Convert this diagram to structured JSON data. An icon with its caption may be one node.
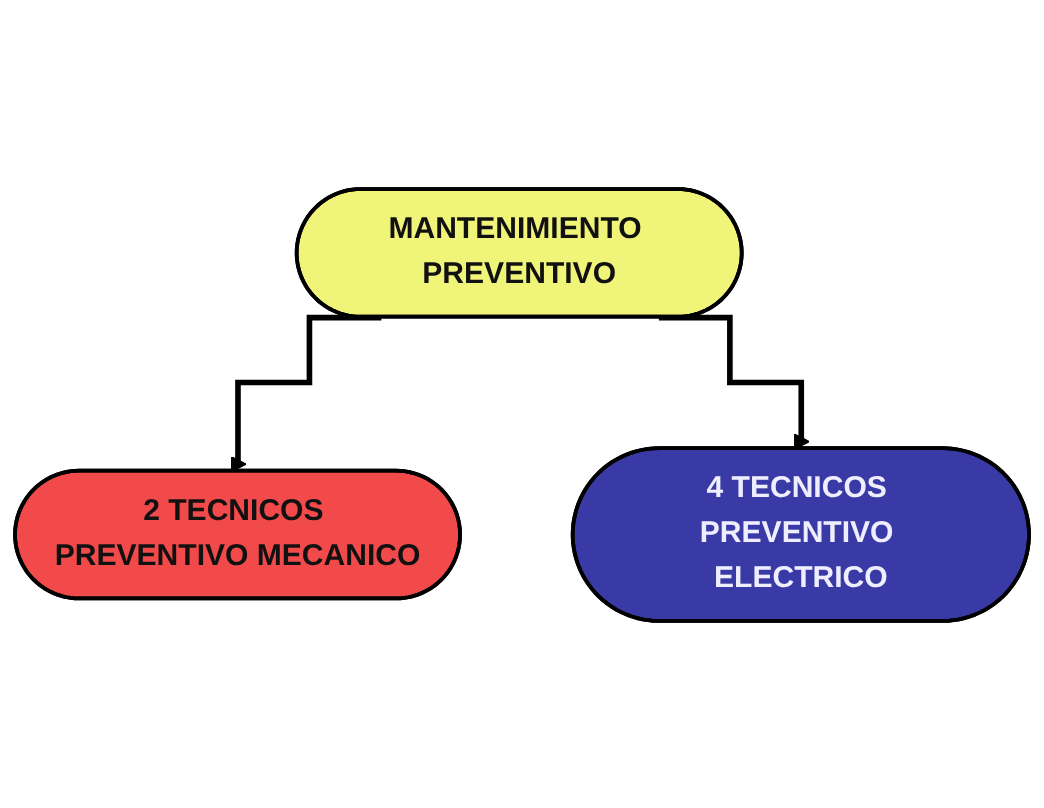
{
  "diagram": {
    "nodes": [
      {
        "text": [
          "MANTENIMIENTO PREVENTIVO"
        ]
      },
      {
        "text": [
          "2 TECNICOS PREVENTIVO MECANICO"
        ]
      },
      {
        "text": [
          "4 TECNICOS PREVENTIVO ELECTRICO"
        ]
      }
    ],
    "edges": [
      {
        "from": 0,
        "to": 1,
        "arrow": "to"
      },
      {
        "from": 0,
        "to": 2,
        "arrow": "to"
      }
    ]
  }
}
